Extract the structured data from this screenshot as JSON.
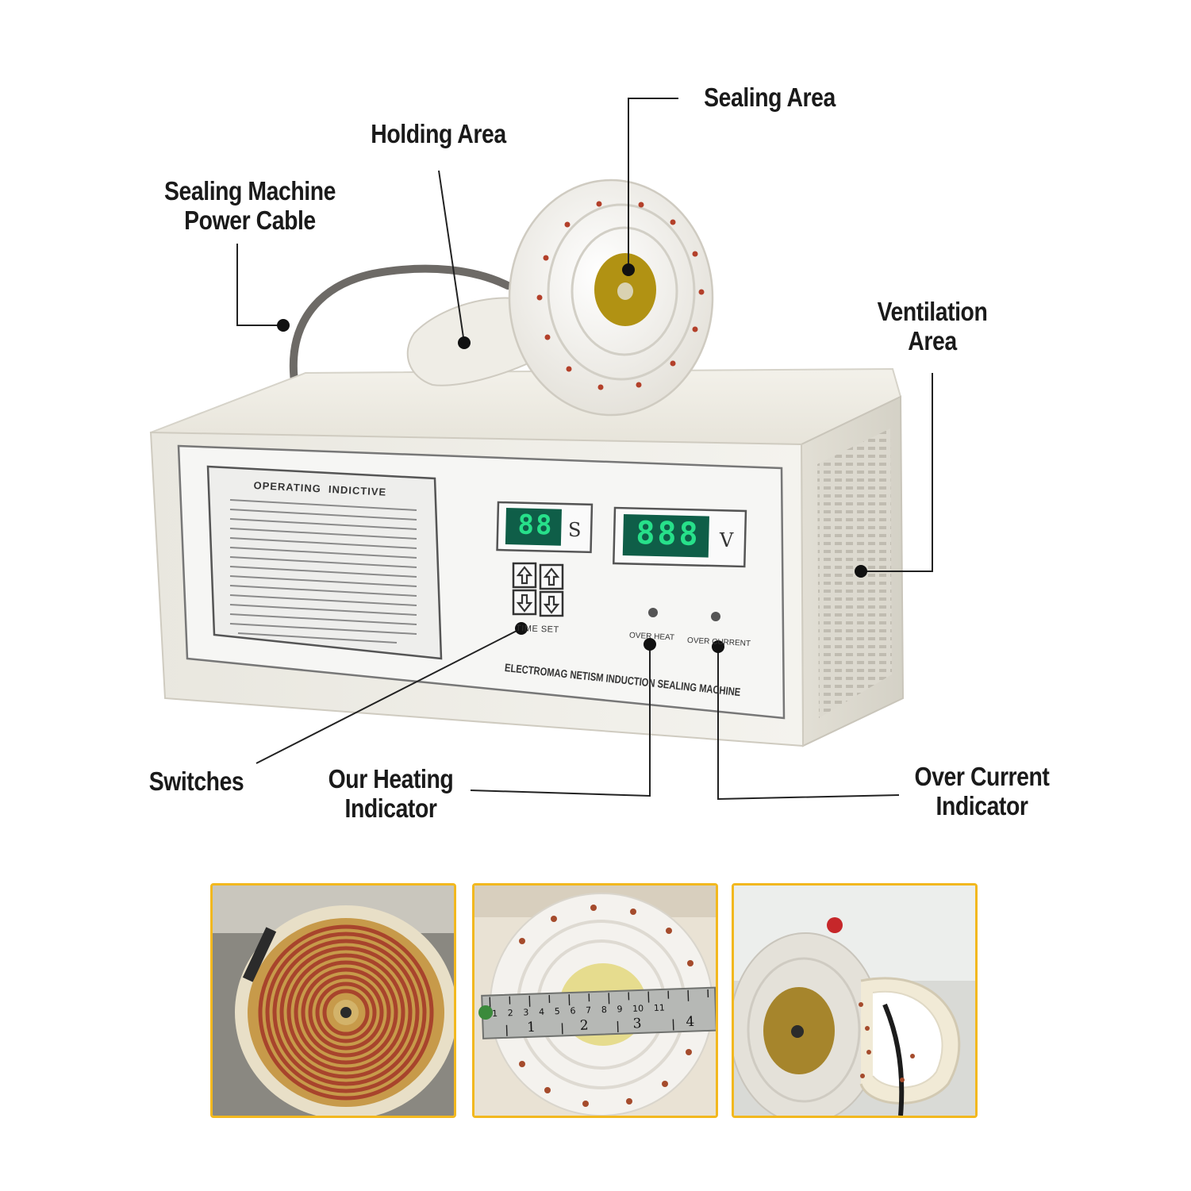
{
  "labels": {
    "sealing_area": "Sealing Area",
    "holding_area": "Holding Area",
    "power_cable": [
      "Sealing Machine",
      "Power Cable"
    ],
    "ventilation": [
      "Ventilation",
      "Area"
    ],
    "switches": "Switches",
    "heating": [
      "Our Heating",
      "Indicator"
    ],
    "over_current": [
      "Over Current",
      "Indicator"
    ]
  },
  "machine": {
    "panel_title": "OPERATING  INDICTIVE",
    "display_s_unit": "S",
    "display_v_unit": "V",
    "display_s_digits": "88",
    "display_v_digits": "888",
    "time_set": "TIME SET",
    "over_heat": "OVER HEAT",
    "over_current": "OVER CURRENT",
    "machine_name": "ELECTROMAG NETISM INDUCTION SEALING MACHINE"
  },
  "ruler": {
    "cm_marks": [
      "1",
      "2",
      "3",
      "4",
      "5",
      "6",
      "7",
      "8",
      "9",
      "10",
      "11"
    ],
    "inch_marks": [
      "1",
      "2",
      "3",
      "4"
    ]
  },
  "colors": {
    "accent_border": "#f2b81f",
    "led_green": "#27e08a",
    "coil_copper": "#a8442c",
    "machine_body": "#eeece4"
  }
}
